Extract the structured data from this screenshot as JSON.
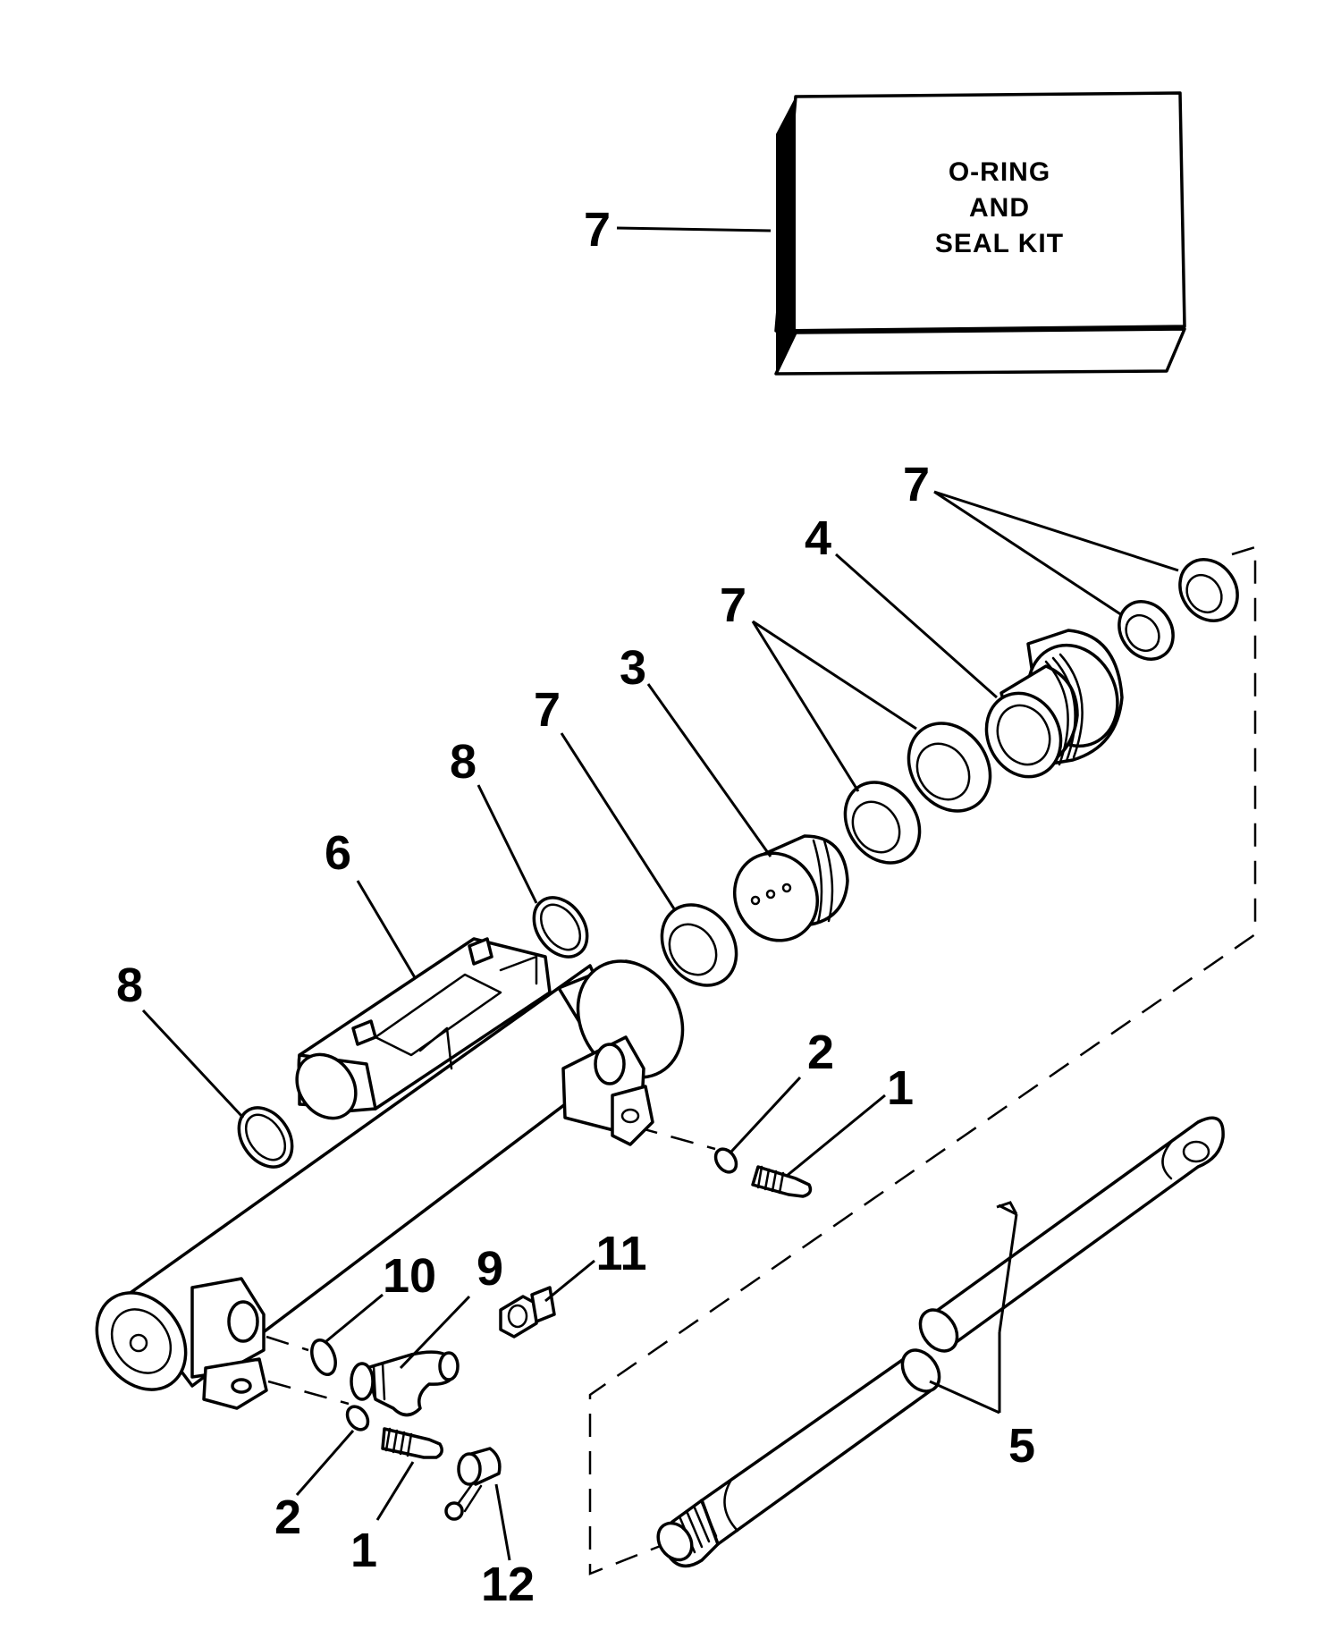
{
  "kit_label": {
    "line1": "O-RING",
    "line2": "AND",
    "line3": "SEAL KIT"
  },
  "callouts": {
    "kit": "7",
    "seal_pair_top": "7",
    "end_cap": "4",
    "seal_pair_mid": "7",
    "piston": "3",
    "seal_single": "7",
    "oring_upper": "8",
    "manifold": "6",
    "oring_lower": "8",
    "washer_right": "2",
    "screw_right": "1",
    "washer_left": "2",
    "screw_left": "1",
    "oring_small": "10",
    "elbow_fitting": "9",
    "nut_fitting": "11",
    "cap": "12",
    "rod": "5"
  }
}
